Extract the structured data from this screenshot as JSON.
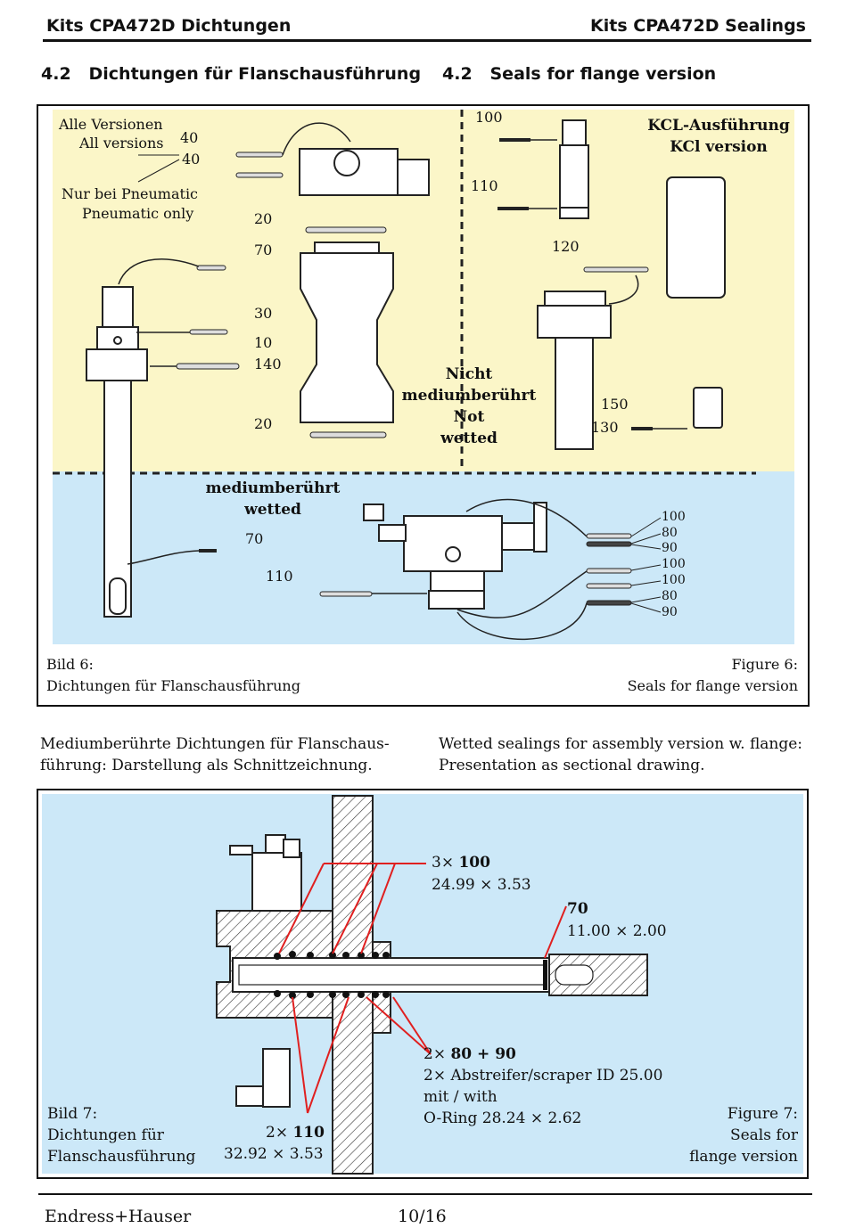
{
  "header": {
    "left": "Kits CPA472D Dichtungen",
    "right": "Kits CPA472D Sealings"
  },
  "section": {
    "left": "4.2   Dichtungen für Flanschausführung",
    "right": "4.2   Seals for flange version"
  },
  "figure6": {
    "labels": {
      "all_de": "Alle Versionen",
      "all_en": "All versions",
      "pneu_de": "Nur bei Pneumatic",
      "pneu_en": "Pneumatic only",
      "kcl_de": "KCL-Ausführung",
      "kcl_en": "KCl version",
      "not_wetted_1": "Nicht",
      "not_wetted_2": "mediumberührt",
      "not_wetted_3": "Not",
      "not_wetted_4": "wetted",
      "wetted_de": "mediumberührt",
      "wetted_en": "wetted"
    },
    "numbers": {
      "n40a": "40",
      "n40b": "40",
      "n20a": "20",
      "n70a": "70",
      "n30": "30",
      "n10": "10",
      "n140": "140",
      "n20b": "20",
      "n100a": "100",
      "n110a": "110",
      "n120": "120",
      "n150": "150",
      "n130": "130",
      "n70b": "70",
      "n110b": "110",
      "r100a": "100",
      "r80a": "80",
      "r90a": "90",
      "r100b": "100",
      "r100c": "100",
      "r80b": "80",
      "r90b": "90"
    },
    "caption_left_1": "Bild 6:",
    "caption_left_2": "Dichtungen für Flanschausführung",
    "caption_right_1": "Figure 6:",
    "caption_right_2": "Seals for flange version"
  },
  "text": {
    "left_1": "Mediumberührte Dichtungen für Flanschaus-",
    "left_2": "führung: Darstellung als Schnittzeichnung.",
    "right_1": "Wetted sealings for assembly version w. flange:",
    "right_2": "Presentation as sectional drawing."
  },
  "figure7": {
    "c100_prefix": "3× ",
    "c100_num": "100",
    "c100_dim": "24.99 × 3.53",
    "c70_num": "70",
    "c70_dim": "11.00 × 2.00",
    "c8090_prefix": "2× ",
    "c8090_num": "80 + 90",
    "c8090_l2": "2× Abstreifer/scraper ID 25.00",
    "c8090_l3": "mit / with",
    "c8090_l4": "O-Ring 28.24 × 2.62",
    "c110_prefix": "2× ",
    "c110_num": "110",
    "c110_dim": "32.92 × 3.53",
    "caption_left_1": "Bild 7:",
    "caption_left_2": "Dichtungen für",
    "caption_left_3": "Flanschausführung",
    "caption_right_1": "Figure 7:",
    "caption_right_2": "Seals for",
    "caption_right_3": "flange version"
  },
  "footer": {
    "brand": "Endress+Hauser",
    "page": "10/16"
  },
  "colors": {
    "yellow_zone": "#fbf6c8",
    "blue_zone": "#cce8f8",
    "callout_red": "#e02020"
  }
}
